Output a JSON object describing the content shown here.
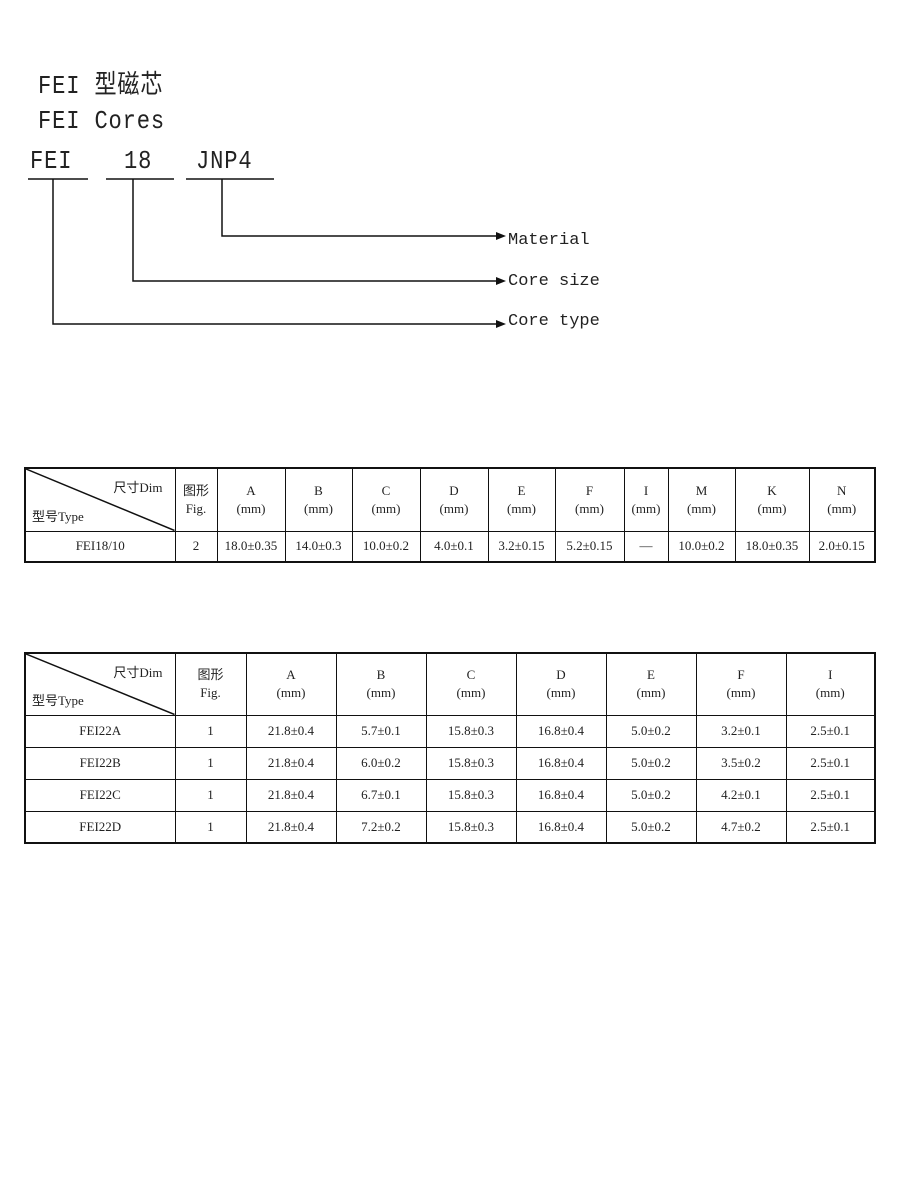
{
  "title_cn": "FEI 型磁芯",
  "title_en": "FEI  Cores",
  "code": {
    "type": "FEI",
    "size": "18",
    "material": "JNP4"
  },
  "legend": {
    "material": "Material",
    "size": "Core size",
    "type": "Core type"
  },
  "table1": {
    "corner_dim": "尺寸Dim",
    "corner_type": "型号Type",
    "fig_cn": "图形",
    "fig_en": "Fig.",
    "columns": [
      "A",
      "B",
      "C",
      "D",
      "E",
      "F",
      "I",
      "M",
      "K",
      "N"
    ],
    "unit": "(mm)",
    "rows": [
      [
        "FEI18/10",
        "2",
        "18.0±0.35",
        "14.0±0.3",
        "10.0±0.2",
        "4.0±0.1",
        "3.2±0.15",
        "5.2±0.15",
        "—",
        "10.0±0.2",
        "18.0±0.35",
        "2.0±0.15"
      ]
    ]
  },
  "table2": {
    "corner_dim": "尺寸Dim",
    "corner_type": "型号Type",
    "fig_cn": "图形",
    "fig_en": "Fig.",
    "columns": [
      "A",
      "B",
      "C",
      "D",
      "E",
      "F",
      "I"
    ],
    "unit": "(mm)",
    "rows": [
      [
        "FEI22A",
        "1",
        "21.8±0.4",
        "5.7±0.1",
        "15.8±0.3",
        "16.8±0.4",
        "5.0±0.2",
        "3.2±0.1",
        "2.5±0.1"
      ],
      [
        "FEI22B",
        "1",
        "21.8±0.4",
        "6.0±0.2",
        "15.8±0.3",
        "16.8±0.4",
        "5.0±0.2",
        "3.5±0.2",
        "2.5±0.1"
      ],
      [
        "FEI22C",
        "1",
        "21.8±0.4",
        "6.7±0.1",
        "15.8±0.3",
        "16.8±0.4",
        "5.0±0.2",
        "4.2±0.1",
        "2.5±0.1"
      ],
      [
        "FEI22D",
        "1",
        "21.8±0.4",
        "7.2±0.2",
        "15.8±0.3",
        "16.8±0.4",
        "5.0±0.2",
        "4.7±0.2",
        "2.5±0.1"
      ]
    ]
  }
}
